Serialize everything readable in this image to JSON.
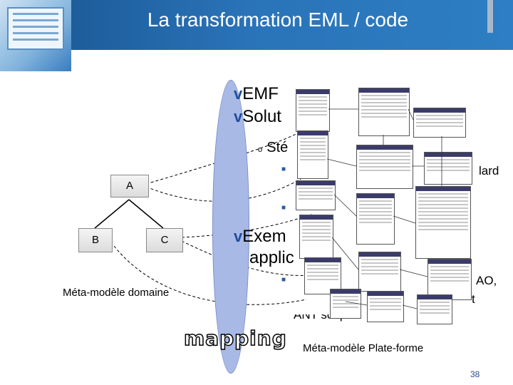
{
  "slide": {
    "title": "La transformation  EML / code",
    "page_number": "38"
  },
  "bullets": {
    "b1_visible": "EMF",
    "b2_visible": "Solut",
    "sub1_visible": "Sté",
    "sub1_tail": "lard",
    "b3_line1": "Exem",
    "b3_line2": "applic",
    "tail1": "AO,",
    "tail2": "t",
    "tail3": "ANT script"
  },
  "diagram": {
    "node_a": "A",
    "node_b": "B",
    "node_c": "C",
    "domain_label": "Méta-modèle domaine",
    "mapping_label": "mapping",
    "platform_label": "Méta-modèle Plate-forme"
  },
  "colors": {
    "title_bar": "#2a73b8",
    "ellipse": "#a9b9e6",
    "bullet": "#1f4e9c"
  }
}
